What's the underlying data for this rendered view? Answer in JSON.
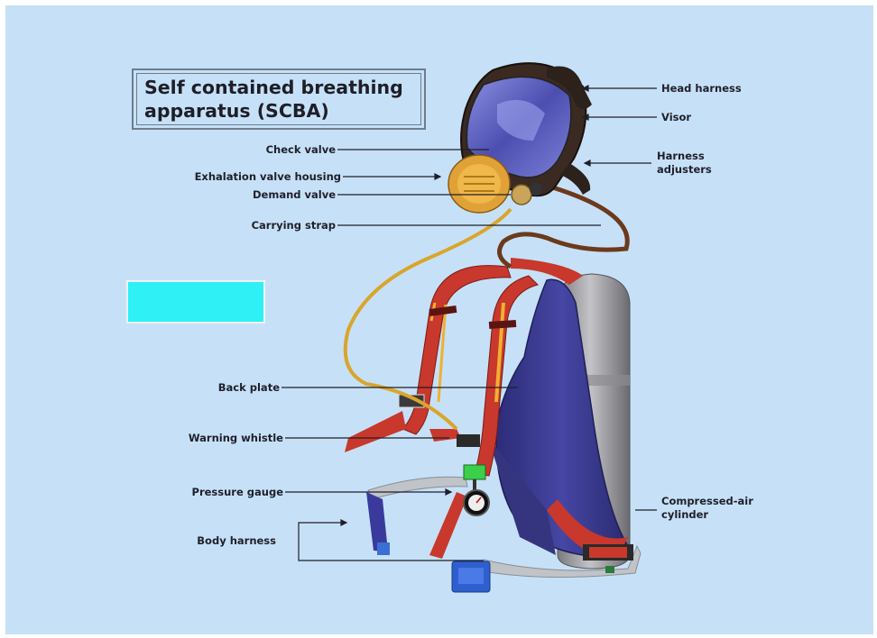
{
  "title": "Self contained breathing apparatus (SCBA)",
  "labels": {
    "head_harness": "Head harness",
    "visor": "Visor",
    "harness_adjusters": "Harness adjusters",
    "check_valve": "Check valve",
    "exhalation_valve_housing": "Exhalation valve housing",
    "demand_valve": "Demand valve",
    "carrying_strap": "Carrying strap",
    "back_plate": "Back plate",
    "warning_whistle": "Warning whistle",
    "pressure_gauge": "Pressure gauge",
    "body_harness": "Body harness",
    "compressed_air_cylinder": "Compressed-air cylinder"
  },
  "colors": {
    "background": "#c6e1f7",
    "highlight_box": "#2ef0f5",
    "strap_red": "#c8382c",
    "backplate_blue": "#3a3a8c",
    "cylinder_grey": "#9a9a9e",
    "hose_yellow": "#d9a52c",
    "mask_orange": "#e0a238",
    "visor_blue": "#5a5fc2"
  }
}
